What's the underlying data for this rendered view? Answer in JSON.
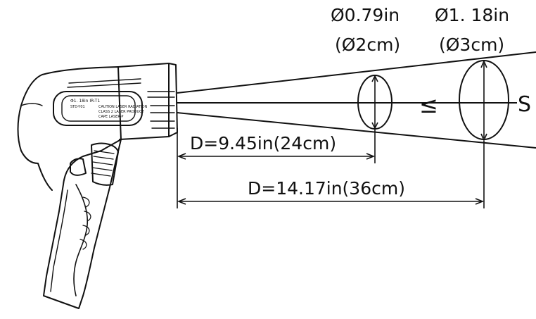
{
  "diagram": {
    "spot_small": {
      "diameter_in": "Ø0.79in",
      "diameter_cm": "(Ø2cm)"
    },
    "spot_large": {
      "diameter_in": "Ø1. 18in",
      "diameter_cm": "(Ø3cm)"
    },
    "distance_near": "D=9.45in(24cm)",
    "distance_far": "D=14.17in(36cm)",
    "ratio_symbol": "≤",
    "spot_letter": "S",
    "colors": {
      "line": "#111111",
      "background": "#ffffff"
    },
    "device_label_lines": [
      "Φ1. 18in  IR-T1",
      "STD-Y01",
      "",
      "CAUTION  LASER RADIATION",
      "CLASS 2 LASER PRODUCT",
      "CAPE LASER-P"
    ]
  }
}
